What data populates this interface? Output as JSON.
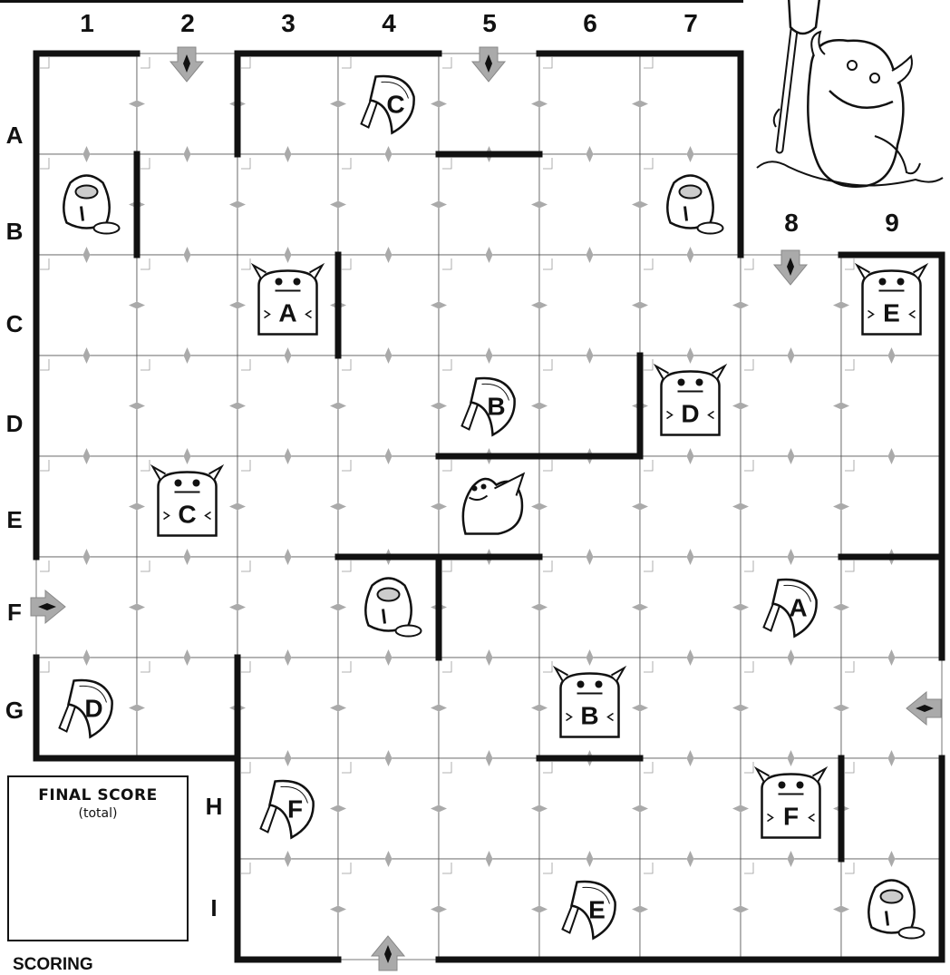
{
  "columns": [
    "1",
    "2",
    "3",
    "4",
    "5",
    "6",
    "7",
    "8",
    "9"
  ],
  "rows": [
    "A",
    "B",
    "C",
    "D",
    "E",
    "F",
    "G",
    "H",
    "I"
  ],
  "entrances": [
    {
      "label": "col-2",
      "dir": "down"
    },
    {
      "label": "col-5",
      "dir": "down"
    },
    {
      "label": "col-8",
      "dir": "down"
    },
    {
      "label": "row-F",
      "dir": "right"
    },
    {
      "label": "row-G",
      "dir": "left"
    },
    {
      "label": "col-4",
      "dir": "up"
    }
  ],
  "tokens": [
    {
      "kind": "axe",
      "letter": "C",
      "row": "A",
      "col": "4"
    },
    {
      "kind": "treasure",
      "letter": "",
      "row": "B",
      "col": "1"
    },
    {
      "kind": "treasure",
      "letter": "",
      "row": "B",
      "col": "7"
    },
    {
      "kind": "monster",
      "letter": "A",
      "row": "C",
      "col": "3"
    },
    {
      "kind": "monster",
      "letter": "E",
      "row": "C",
      "col": "9"
    },
    {
      "kind": "axe",
      "letter": "B",
      "row": "D",
      "col": "5"
    },
    {
      "kind": "monster",
      "letter": "D",
      "row": "D",
      "col": "7"
    },
    {
      "kind": "monster",
      "letter": "C",
      "row": "E",
      "col": "2"
    },
    {
      "kind": "dragon",
      "letter": "",
      "row": "E",
      "col": "5"
    },
    {
      "kind": "treasure",
      "letter": "",
      "row": "F",
      "col": "4"
    },
    {
      "kind": "axe",
      "letter": "A",
      "row": "F",
      "col": "8"
    },
    {
      "kind": "axe",
      "letter": "D",
      "row": "G",
      "col": "1"
    },
    {
      "kind": "monster",
      "letter": "B",
      "row": "G",
      "col": "6"
    },
    {
      "kind": "axe",
      "letter": "F",
      "row": "H",
      "col": "3"
    },
    {
      "kind": "monster",
      "letter": "F",
      "row": "H",
      "col": "8"
    },
    {
      "kind": "axe",
      "letter": "E",
      "row": "I",
      "col": "6"
    },
    {
      "kind": "treasure",
      "letter": "",
      "row": "I",
      "col": "9"
    }
  ],
  "score": {
    "title": "FINAL SCORE",
    "subtitle": "(total)"
  },
  "footer": {
    "scoring": "SCORING"
  },
  "illustration": {
    "subject": "monster-with-shovel"
  },
  "colors": {
    "arrow": "#aaaaaa",
    "wall": "#111111",
    "grid": "#555555",
    "diamond": "#aaaaaa"
  }
}
